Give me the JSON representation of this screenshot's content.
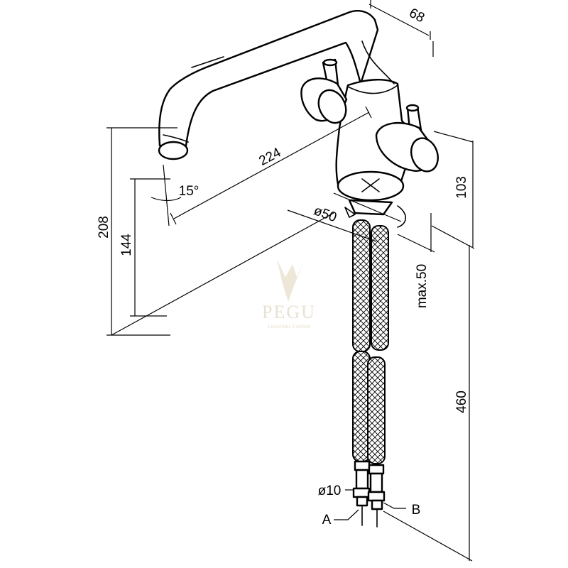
{
  "dimensions": {
    "width_68": "68",
    "height_208": "208",
    "height_144": "144",
    "reach_224": "224",
    "angle_15": "15°",
    "diameter_50": "ø50",
    "height_103": "103",
    "max_50": "max.50",
    "hose_460": "460",
    "diameter_10": "ø10"
  },
  "connections": {
    "a": "A",
    "b": "B"
  },
  "watermark": {
    "brand": "PEGU",
    "tagline": "Luxurious Fashion"
  }
}
